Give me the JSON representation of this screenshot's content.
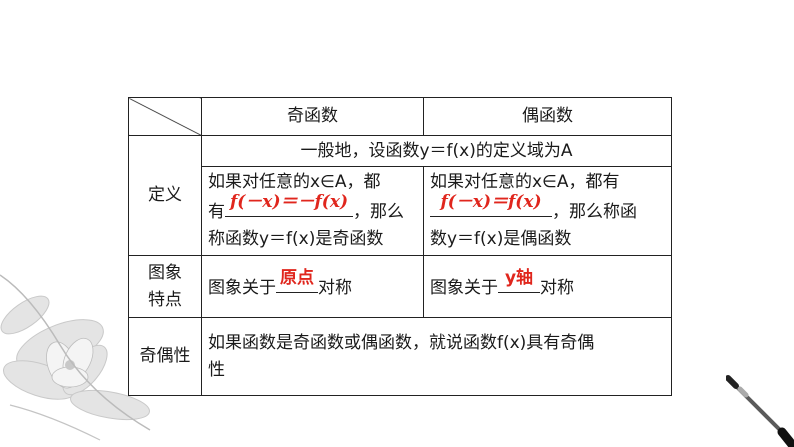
{
  "table": {
    "header": {
      "odd": "奇函数",
      "even": "偶函数"
    },
    "definition": {
      "label": "定义",
      "common": "一般地，设函数y＝f(x)的定义域为A",
      "odd": {
        "line1": "如果对任意的x∈A，都",
        "line2_prefix": "有",
        "answer": "f(－x)＝－f(x)",
        "line2_suffix": "，那么",
        "line3": "称函数y＝f(x)是奇函数"
      },
      "even": {
        "line1": "如果对任意的x∈A，都有",
        "answer": "f(－x)＝f(x)",
        "line2_suffix": "，那么称函",
        "line3": "数y＝f(x)是偶函数"
      }
    },
    "graph": {
      "label_line1": "图象",
      "label_line2": "特点",
      "odd_prefix": "图象关于",
      "odd_answer": "原点",
      "odd_suffix": "对称",
      "even_prefix": "图象关于",
      "even_answer": "y轴",
      "even_suffix": "对称"
    },
    "parity": {
      "label": "奇偶性",
      "text_line1": "如果函数是奇函数或偶函数，就说函数f(x)具有奇偶",
      "text_line2": "性"
    }
  }
}
